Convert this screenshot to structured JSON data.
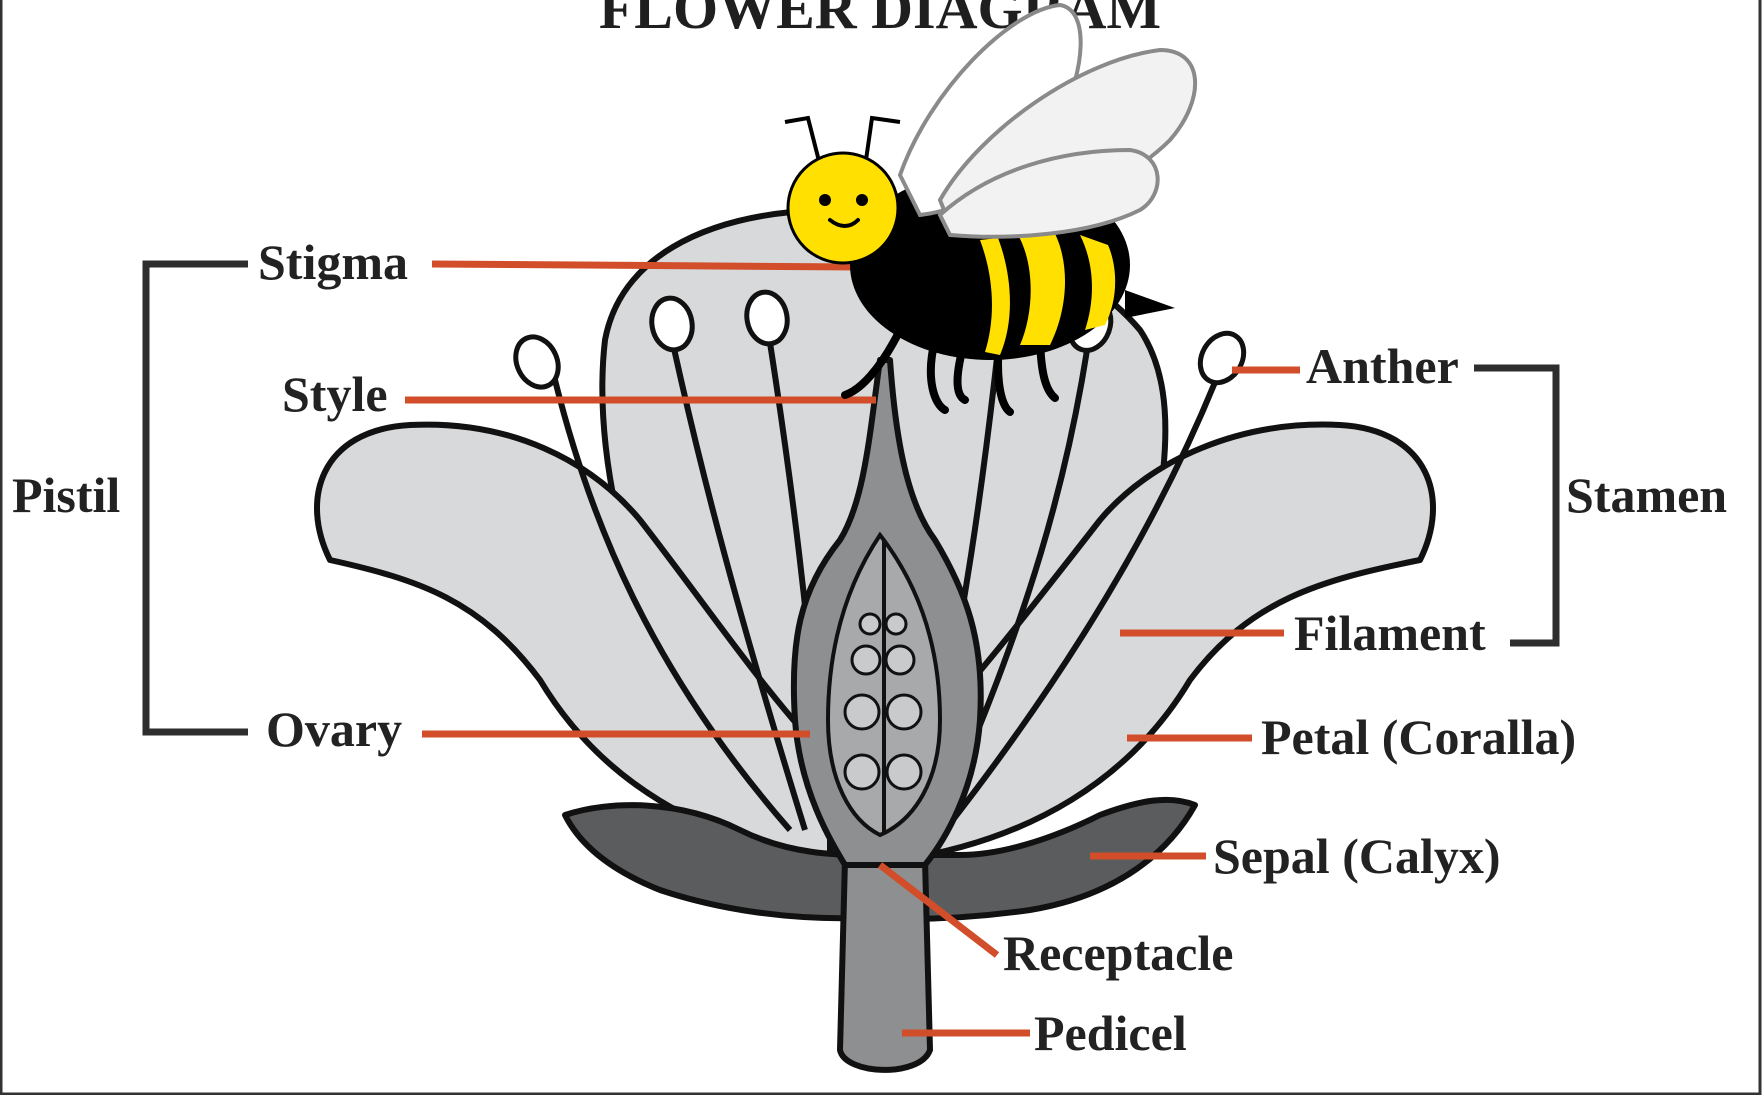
{
  "title": "FLOWER DIAGRAM",
  "labels": {
    "stigma": "Stigma",
    "style": "Style",
    "pistil": "Pistil",
    "ovary": "Ovary",
    "anther": "Anther",
    "stamen": "Stamen",
    "filament": "Filament",
    "petal": "Petal (Coralla)",
    "sepal": "Sepal (Calyx)",
    "receptacle": "Receptacle",
    "pedicel": "Pedicel"
  },
  "colors": {
    "leader_line": "#d24e2b",
    "bracket": "#2e2e2e",
    "petal": "#d8d9db",
    "sepal": "#5b5c5e",
    "bee_yellow": "#ffe000",
    "bee_black": "#000000"
  }
}
